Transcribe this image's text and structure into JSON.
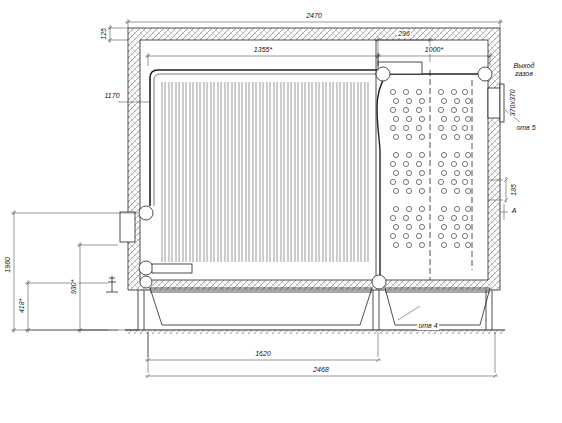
{
  "diagram": {
    "labels": [
      "2470",
      "1355*",
      "296",
      "1000*",
      "125",
      "1170",
      "Выход газов",
      "370х370",
      "отв 5",
      "185",
      "А",
      "1960",
      "930*",
      "418*",
      "отв 4",
      "1620",
      "2468"
    ]
  }
}
